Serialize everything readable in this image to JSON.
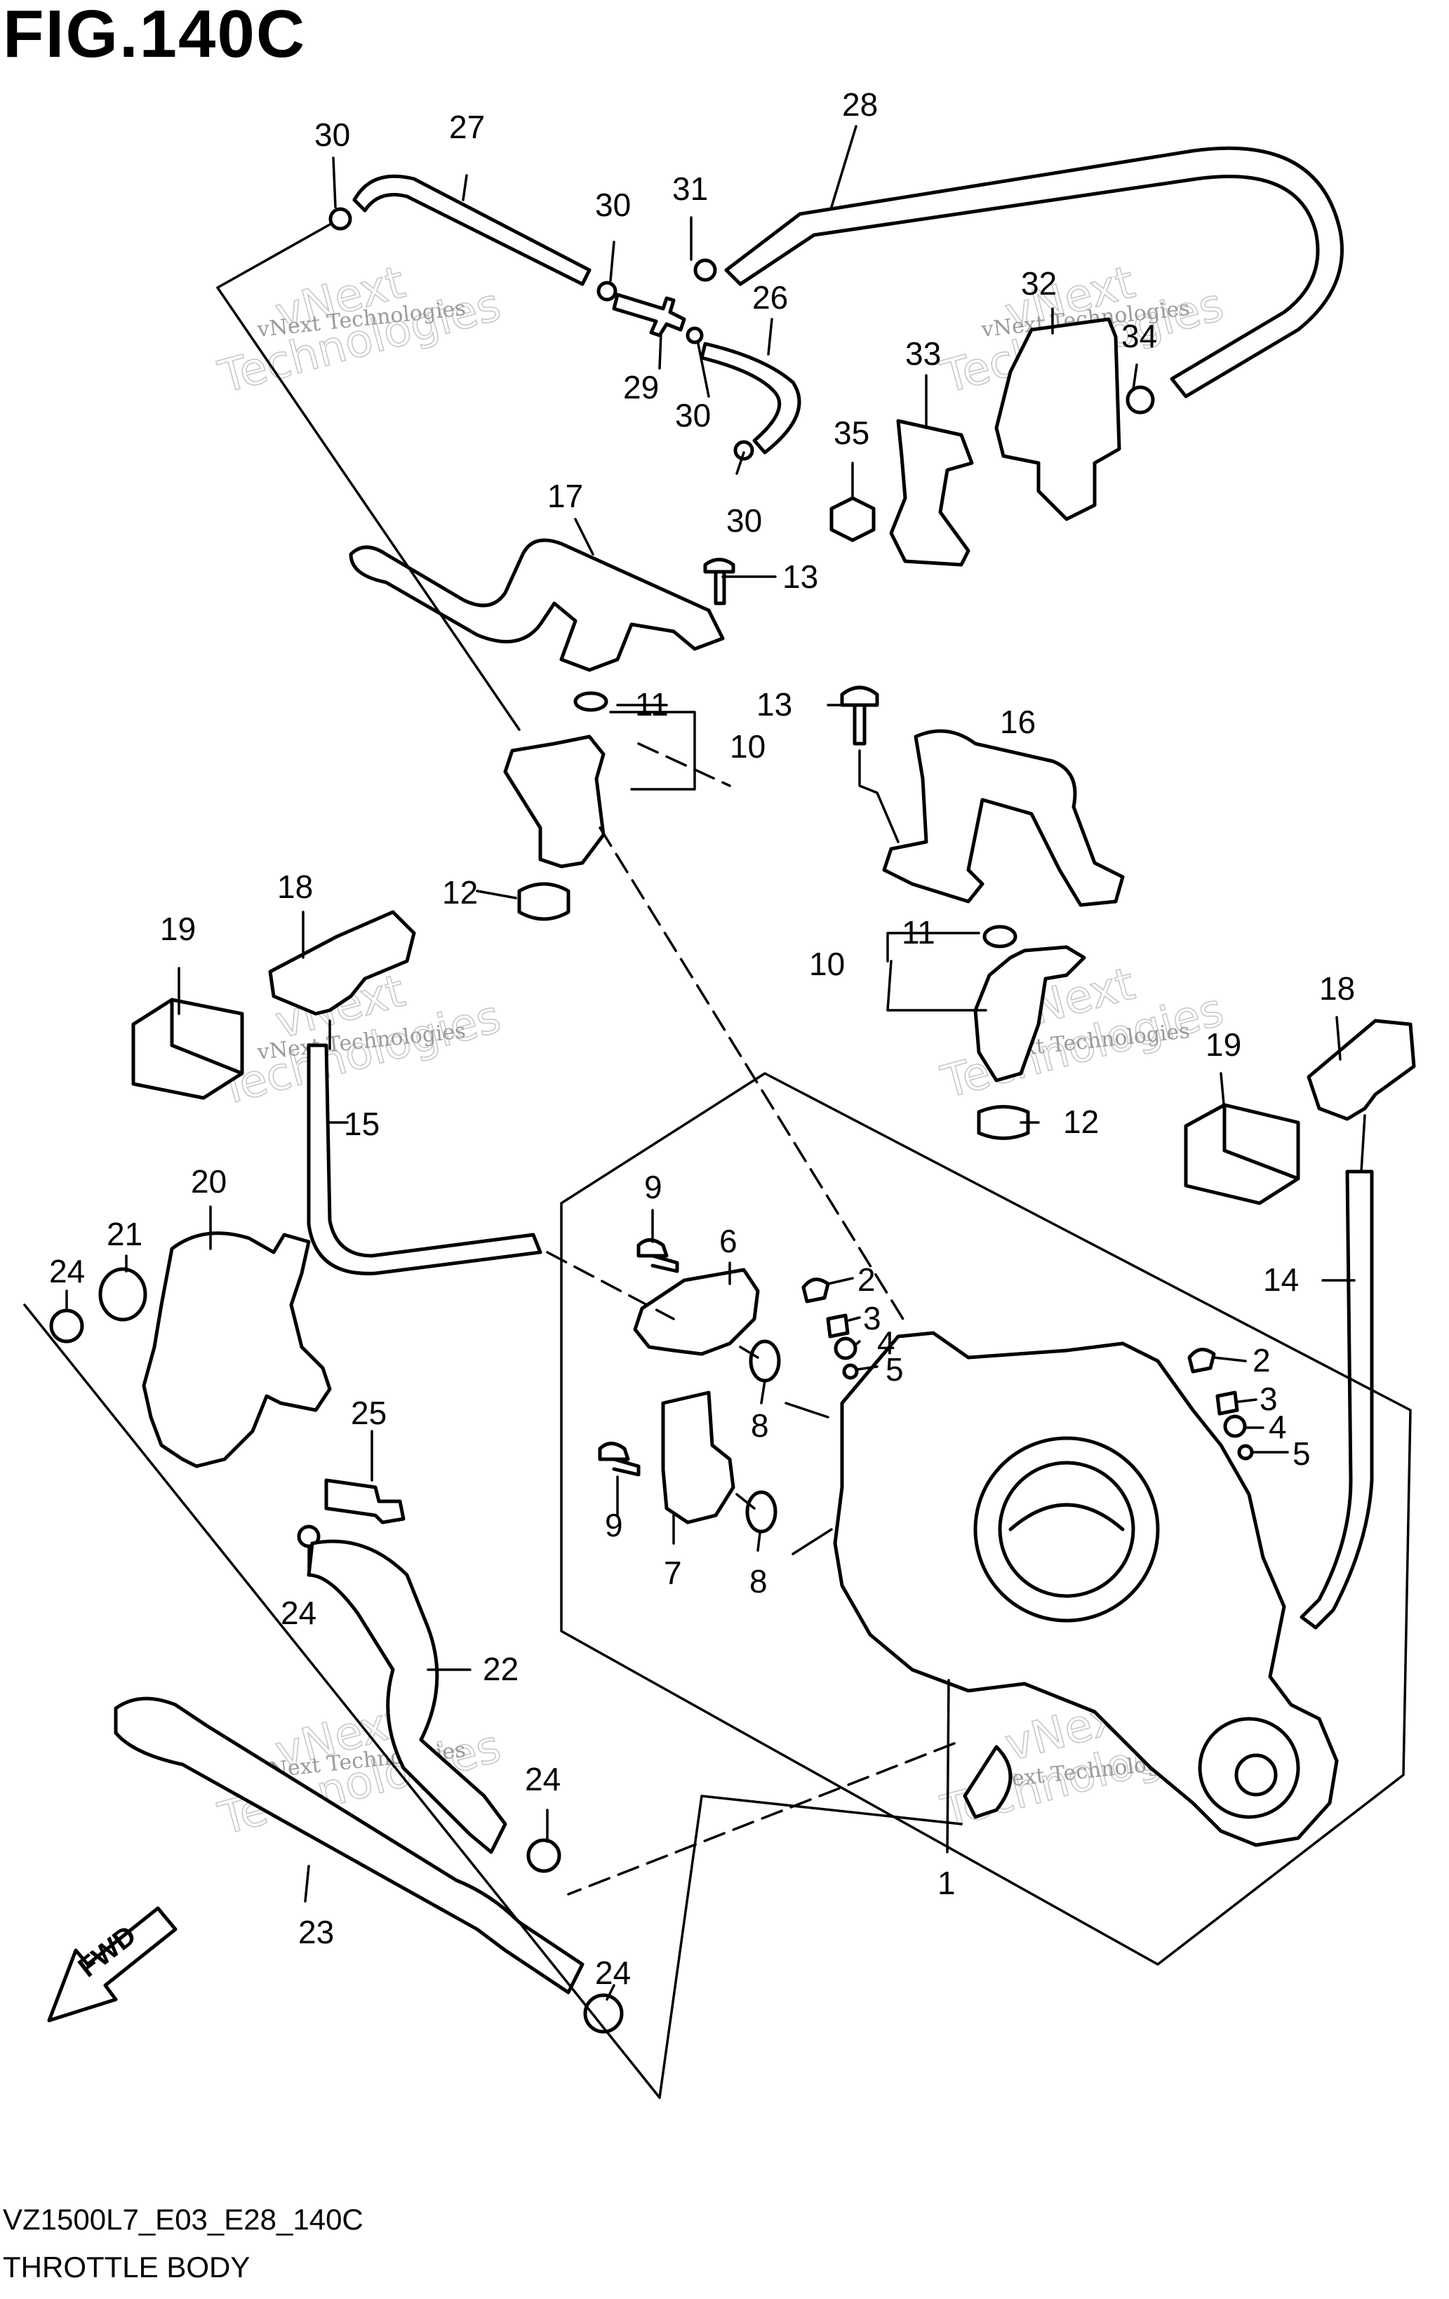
{
  "figure": {
    "title": "FIG.140C",
    "model_code": "VZ1500L7_E03_E28_140C",
    "section_name": "THROTTLE BODY",
    "fwd_label": "FWD"
  },
  "watermark": {
    "line1": "vNext",
    "line2": "Technologies",
    "small": "vNext Technologies"
  },
  "callouts": [
    {
      "id": "c30a",
      "label": "30"
    },
    {
      "id": "c27",
      "label": "27"
    },
    {
      "id": "c28",
      "label": "28"
    },
    {
      "id": "c30b",
      "label": "30"
    },
    {
      "id": "c31",
      "label": "31"
    },
    {
      "id": "c26",
      "label": "26"
    },
    {
      "id": "c29",
      "label": "29"
    },
    {
      "id": "c30c",
      "label": "30"
    },
    {
      "id": "c30d",
      "label": "30"
    },
    {
      "id": "c32",
      "label": "32"
    },
    {
      "id": "c33",
      "label": "33"
    },
    {
      "id": "c34",
      "label": "34"
    },
    {
      "id": "c35",
      "label": "35"
    },
    {
      "id": "c17",
      "label": "17"
    },
    {
      "id": "c13a",
      "label": "13"
    },
    {
      "id": "c11a",
      "label": "11"
    },
    {
      "id": "c10a",
      "label": "10"
    },
    {
      "id": "c13b",
      "label": "13"
    },
    {
      "id": "c16",
      "label": "16"
    },
    {
      "id": "c12a",
      "label": "12"
    },
    {
      "id": "c18a",
      "label": "18"
    },
    {
      "id": "c19a",
      "label": "19"
    },
    {
      "id": "c11b",
      "label": "11"
    },
    {
      "id": "c10b",
      "label": "10"
    },
    {
      "id": "c18b",
      "label": "18"
    },
    {
      "id": "c19b",
      "label": "19"
    },
    {
      "id": "c12b",
      "label": "12"
    },
    {
      "id": "c15",
      "label": "15"
    },
    {
      "id": "c20",
      "label": "20"
    },
    {
      "id": "c21",
      "label": "21"
    },
    {
      "id": "c24a",
      "label": "24"
    },
    {
      "id": "c9a",
      "label": "9"
    },
    {
      "id": "c6",
      "label": "6"
    },
    {
      "id": "c2a",
      "label": "2"
    },
    {
      "id": "c3a",
      "label": "3"
    },
    {
      "id": "c4a",
      "label": "4"
    },
    {
      "id": "c5a",
      "label": "5"
    },
    {
      "id": "c14",
      "label": "14"
    },
    {
      "id": "c2b",
      "label": "2"
    },
    {
      "id": "c3b",
      "label": "3"
    },
    {
      "id": "c4b",
      "label": "4"
    },
    {
      "id": "c5b",
      "label": "5"
    },
    {
      "id": "c8a",
      "label": "8"
    },
    {
      "id": "c25",
      "label": "25"
    },
    {
      "id": "c9b",
      "label": "9"
    },
    {
      "id": "c7",
      "label": "7"
    },
    {
      "id": "c8b",
      "label": "8"
    },
    {
      "id": "c24b",
      "label": "24"
    },
    {
      "id": "c22",
      "label": "22"
    },
    {
      "id": "c24c",
      "label": "24"
    },
    {
      "id": "c23",
      "label": "23"
    },
    {
      "id": "c1",
      "label": "1"
    },
    {
      "id": "c24d",
      "label": "24"
    }
  ]
}
